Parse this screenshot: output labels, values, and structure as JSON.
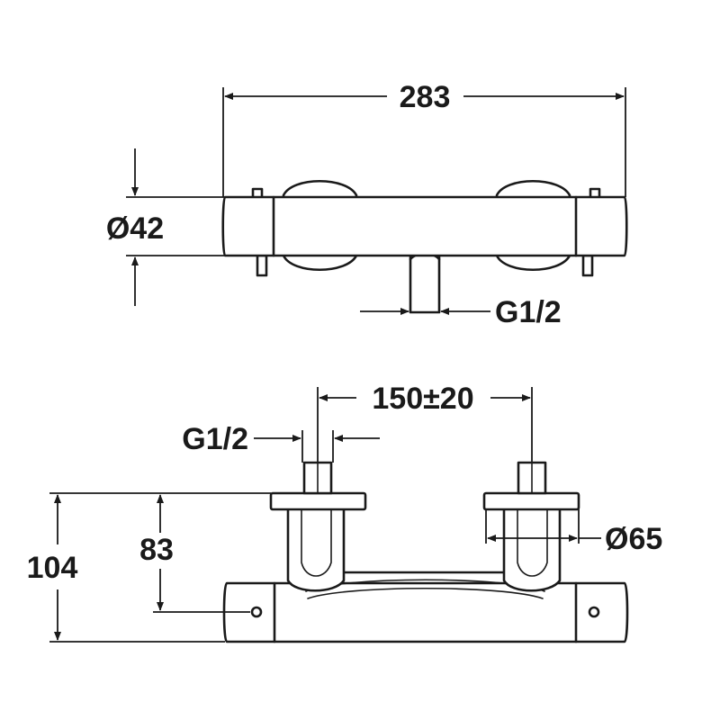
{
  "dimensions": {
    "overall_width": "283",
    "body_diameter": "Ø42",
    "outlet_thread": "G1/2",
    "inlet_spacing": "150±20",
    "inlet_thread": "G1/2",
    "cover_diameter": "Ø65",
    "total_height": "104",
    "inlet_height": "83"
  },
  "colors": {
    "line": "#1a1a1a",
    "background": "#ffffff"
  }
}
